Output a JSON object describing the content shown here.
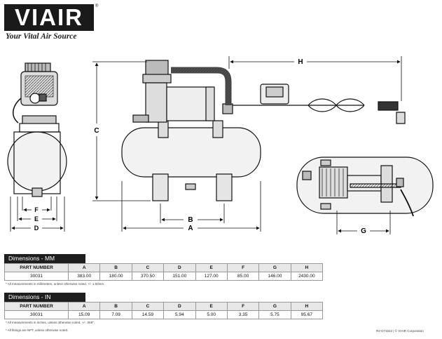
{
  "brand": {
    "logo_text": "VIAIR",
    "registered_mark": "®",
    "tagline": "Your Vital Air Source"
  },
  "drawing_labels": {
    "A": "A",
    "B": "B",
    "C": "C",
    "D": "D",
    "E": "E",
    "F": "F",
    "G": "G",
    "H": "H"
  },
  "tables": [
    {
      "title": "Dimensions - MM",
      "header": [
        "PART NUMBER",
        "A",
        "B",
        "C",
        "D",
        "E",
        "F",
        "G",
        "H"
      ],
      "row": [
        "30031",
        "383.00",
        "180.00",
        "370.50",
        "151.00",
        "127.00",
        "85.00",
        "146.00",
        "2430.00"
      ],
      "note": "* All measurements in millimeters, unless otherwise noted. +/- 1.50mm."
    },
    {
      "title": "Dimensions - IN",
      "header": [
        "PART NUMBER",
        "A",
        "B",
        "C",
        "D",
        "E",
        "F",
        "G",
        "H"
      ],
      "row": [
        "30031",
        "15.09",
        "7.09",
        "14.59",
        "5.94",
        "5.00",
        "3.35",
        "5.75",
        "95.67"
      ],
      "note": "* All measurements in inches, unless otherwise noted. +/- .059\".",
      "note2": "* All fittings are NPT, unless otherwise noted."
    }
  ],
  "footer": "R2-D71522 | © VIAIR Corporation"
}
